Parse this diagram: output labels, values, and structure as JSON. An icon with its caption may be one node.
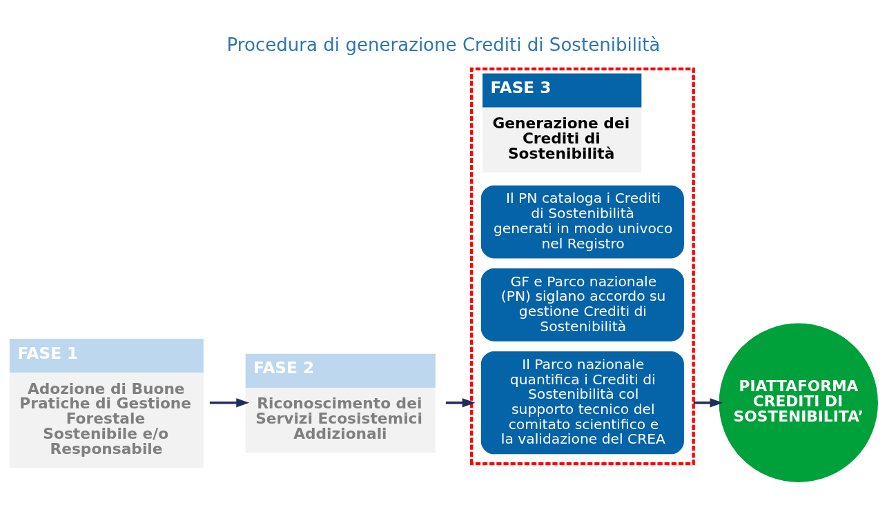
{
  "diagram": {
    "title": "Procedura di generazione Crediti di Sostenibilità",
    "nodes": [
      {
        "text": [
          "FASE 1",
          "Adozione di Buone Pratiche di Gestione Forestale Sostenibile e/o Responsabile"
        ]
      },
      {
        "text": [
          "FASE 2",
          "Riconoscimento dei Servizi Ecosistemici Addizionali"
        ]
      },
      {
        "text": [
          "FASE 3",
          "Generazione dei Crediti di Sostenibilità"
        ]
      },
      {
        "text": [
          "Il Parco nazionale quantifica i Crediti di Sostenibilità col supporto tecnico del comitato scientifico e la validazione del CREA"
        ],
        "in": 2
      },
      {
        "text": [
          "GF e Parco nazionale (PN) siglano accordo su gestione Crediti di Sostenibilità"
        ],
        "in": 2
      },
      {
        "text": [
          "Il PN cataloga i Crediti di Sostenibilità generati in modo univoco nel Registro"
        ],
        "in": 2
      },
      {
        "text": [
          "PIATTAFORMA CREDITI DI SOSTENIBILITA’"
        ]
      }
    ],
    "edges": [
      {
        "from": 0,
        "to": 1,
        "arrow": "to"
      },
      {
        "from": 1,
        "to": 2,
        "arrow": "to"
      },
      {
        "from": 2,
        "to": 6,
        "arrow": "to"
      }
    ]
  }
}
